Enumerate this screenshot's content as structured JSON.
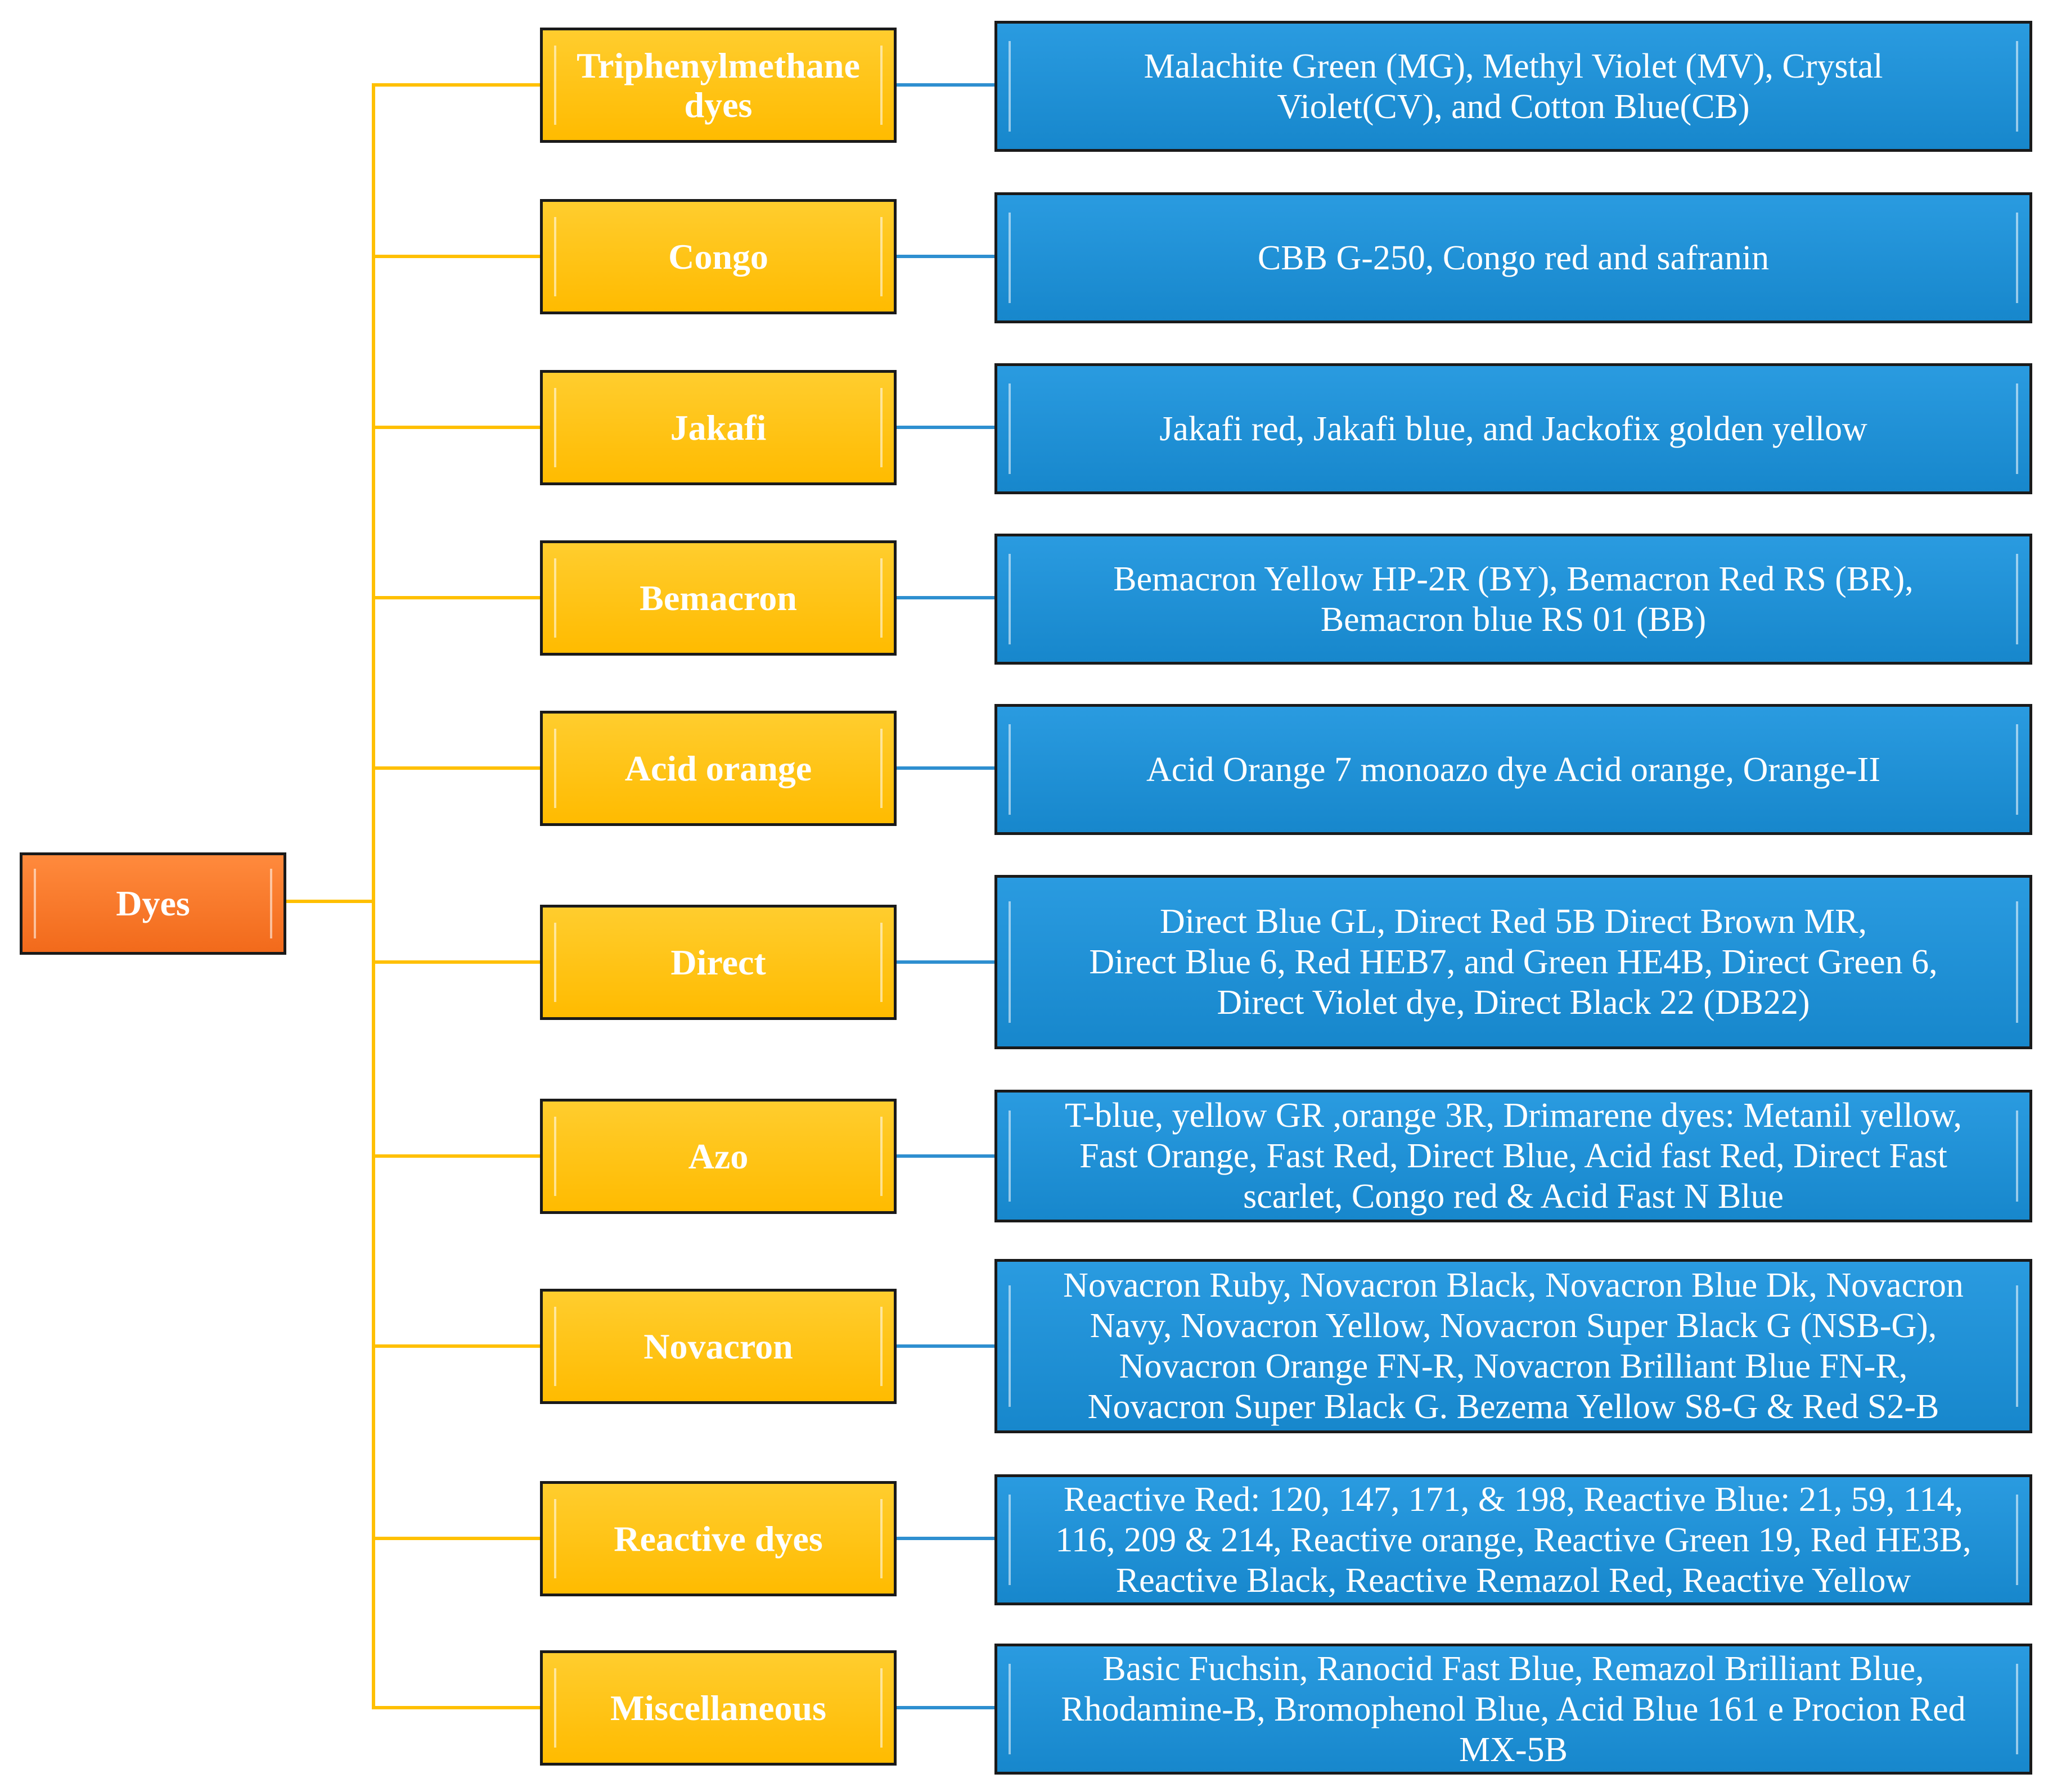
{
  "root": {
    "label": "Dyes"
  },
  "categories": [
    {
      "label": "Triphenylmethane dyes",
      "examples": "Malachite Green (MG), Methyl Violet (MV), Crystal\nViolet(CV), and Cotton Blue(CB)"
    },
    {
      "label": "Congo",
      "examples": "CBB G-250, Congo red and safranin"
    },
    {
      "label": "Jakafi",
      "examples": "Jakafi red, Jakafi blue, and Jackofix golden yellow"
    },
    {
      "label": "Bemacron",
      "examples": "Bemacron Yellow HP-2R (BY), Bemacron Red RS (BR),\nBemacron blue RS 01 (BB)"
    },
    {
      "label": "Acid orange",
      "examples": "Acid Orange 7 monoazo dye Acid orange, Orange-II"
    },
    {
      "label": "Direct",
      "examples": "Direct Blue GL, Direct Red 5B Direct Brown MR,\nDirect Blue 6, Red HEB7, and Green HE4B, Direct Green 6,\nDirect Violet dye, Direct Black 22 (DB22)"
    },
    {
      "label": "Azo",
      "examples": "T-blue, yellow GR ,orange 3R, Drimarene dyes: Metanil yellow,\nFast Orange, Fast Red, Direct Blue, Acid fast Red, Direct Fast\nscarlet, Congo red & Acid Fast N Blue"
    },
    {
      "label": "Novacron",
      "examples": "Novacron Ruby, Novacron Black, Novacron Blue Dk, Novacron\nNavy, Novacron Yellow, Novacron Super Black G (NSB-G),\nNovacron Orange FN-R, Novacron Brilliant Blue FN-R,\nNovacron Super Black G. Bezema Yellow S8-G & Red S2-B"
    },
    {
      "label": "Reactive dyes",
      "examples": "Reactive Red: 120, 147, 171, & 198, Reactive Blue: 21, 59, 114,\n116, 209 & 214, Reactive orange, Reactive Green 19, Red HE3B,\nReactive Black, Reactive Remazol Red, Reactive Yellow"
    },
    {
      "label": "Miscellaneous",
      "examples": "Basic Fuchsin, Ranocid Fast Blue, Remazol Brilliant Blue,\nRhodamine-B, Bromophenol Blue, Acid Blue 161 e Procion Red\nMX-5B"
    }
  ],
  "colors": {
    "root_fill": "#F47A2A",
    "category_fill": "#FFC000",
    "detail_fill": "#1E90D6",
    "tree_connector": "#FFC000",
    "detail_connector": "#2E8FD0",
    "text": "#FFFFFF"
  }
}
